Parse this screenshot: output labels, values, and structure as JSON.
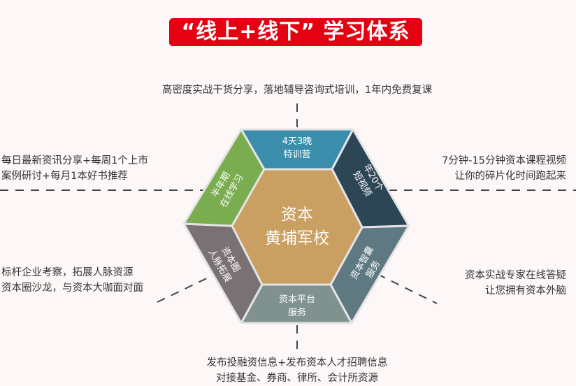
{
  "title": "“线上+线下” 学习体系",
  "annotations": {
    "top": "高密度实战干货分享，落地辅导咨询式培训，1年内免费复课",
    "left_top": [
      "每日最新资讯分享+每周1个上市",
      "案例研讨+每月1本好书推荐"
    ],
    "right_top": [
      "7分钟-15分钟资本课程视频",
      "让你的碎片化时间跑起来"
    ],
    "left_bottom": [
      "标杆企业考察，拓展人脉资源",
      "资本圈沙龙，与资本大咖面对面"
    ],
    "right_bottom": [
      "资本实战专家在线答疑",
      "让您拥有资本外脑"
    ],
    "bottom": [
      "发布投融资信息+发布资本人才招聘信息",
      "对接基金、券商、律所、会计所资源"
    ]
  },
  "hexagon": {
    "center": [
      "资本",
      "黄埔军校"
    ],
    "segments": {
      "top": [
        "4天3晚",
        "特训营"
      ],
      "top_right": [
        "年20个",
        "短视频"
      ],
      "bottom_right": [
        "资本智囊",
        "服务"
      ],
      "bottom": [
        "资本平台",
        "服务"
      ],
      "bottom_left": [
        "资本圈",
        "人脉拓展"
      ],
      "top_left": [
        "半年期",
        "在线学习"
      ]
    }
  },
  "colors": {
    "title_bg": "#e50012",
    "top": "#3a8dab",
    "top_right": "#2d4656",
    "bottom_right": "#5f7983",
    "bottom": "#80928f",
    "bottom_left": "#7a7174",
    "top_left": "#79ad4f",
    "center": "#c99f62"
  }
}
